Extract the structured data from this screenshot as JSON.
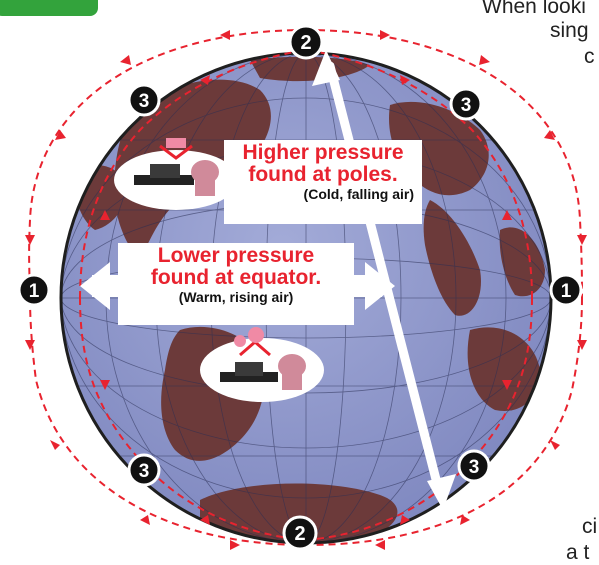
{
  "header_tab": {
    "text": ""
  },
  "side_text": {
    "top": [
      "When looki",
      "sing",
      "c"
    ],
    "bottom": [
      "ci",
      "a t"
    ]
  },
  "callouts": {
    "poles": {
      "title_line1": "Higher pressure",
      "title_line2": "found at poles.",
      "subtitle": "(Cold, falling air)"
    },
    "equator": {
      "title_line1": "Lower pressure",
      "title_line2": "found at equator.",
      "subtitle": "(Warm, rising air)"
    }
  },
  "markers": {
    "east": "1",
    "west": "1",
    "north": "2",
    "south": "2",
    "nw": "3",
    "ne": "3",
    "sw": "3",
    "se": "3"
  },
  "colors": {
    "ocean": "#8a93c9",
    "land": "#6c3a3a",
    "circulation_arrows": "#e8232f",
    "callout_title": "#e8232f",
    "badge_fill": "#111111",
    "tab_green": "#33a33c"
  },
  "icons": {
    "falling_air": "person-pushed-down-icon",
    "rising_air": "person-lifted-up-icon",
    "pressure_arrows": "double-headed-white-arrow-icon"
  }
}
